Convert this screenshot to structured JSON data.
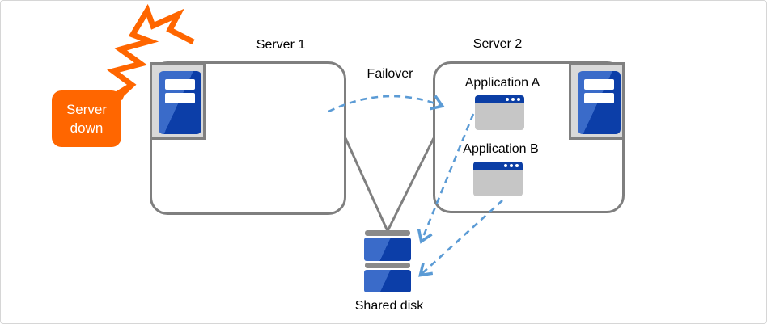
{
  "diagram": {
    "server1": {
      "label": "Server 1"
    },
    "server2": {
      "label": "Server 2"
    },
    "failover": {
      "label": "Failover"
    },
    "applications": [
      {
        "label": "Application A"
      },
      {
        "label": "Application B"
      }
    ],
    "shared_disk": {
      "label": "Shared disk"
    },
    "callout": {
      "line1": "Server",
      "line2": "down"
    },
    "icons": {
      "server": "server-tower-icon",
      "application": "app-window-icon",
      "disk": "disk-stack-icon",
      "crash": "lightning-crash-icon"
    },
    "colors": {
      "orange": "#ff6600",
      "server_blue_light": "#3a6bc9",
      "server_blue_dark": "#0c3ea8",
      "titlebar_blue": "#0b3ea5",
      "arrow_blue": "#5b9bd5",
      "border_gray": "#7f7f7f",
      "badge_gray": "#d9d9d9",
      "window_gray": "#c6c6c6"
    }
  }
}
